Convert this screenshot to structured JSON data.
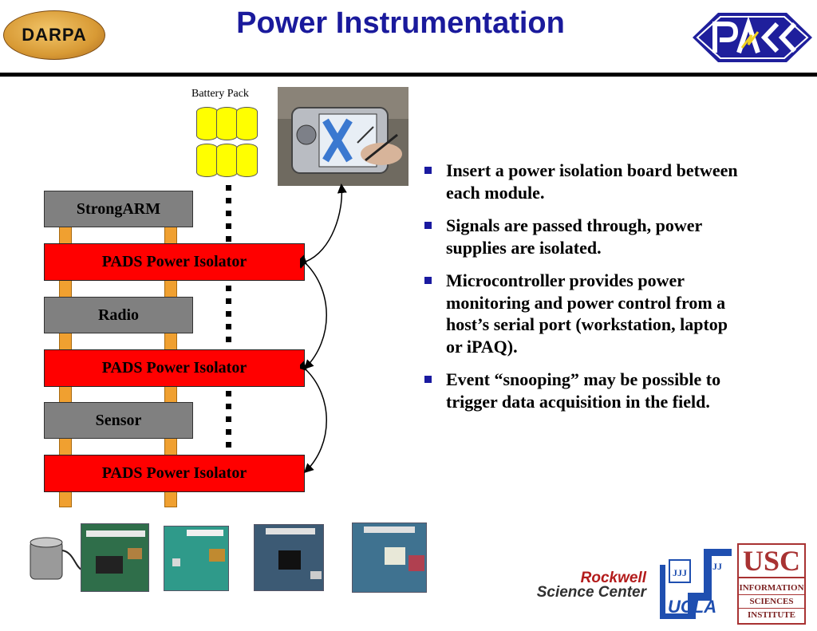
{
  "header": {
    "title": "Power Instrumentation",
    "left_logo": "DARPA",
    "right_logo_icon": "pacc-logo-icon"
  },
  "diagram": {
    "battery_label": "Battery Pack",
    "modules": [
      "StrongARM",
      "PADS Power Isolator",
      "Radio",
      "PADS Power Isolator",
      "Sensor",
      "PADS Power Isolator"
    ]
  },
  "bullets": [
    "Insert a power isolation board between each module.",
    "Signals are passed through, power supplies are isolated.",
    "Microcontroller provides power monitoring and power control from a host’s serial port (workstation, laptop or iPAQ).",
    "Event “snooping” may be possible to trigger data acquisition in the field."
  ],
  "footer_logos": {
    "rockwell_line1": "Rockwell",
    "rockwell_line2": "Science Center",
    "ucla": "UCLA",
    "usc": "USC",
    "usc_sub": [
      "INFORMATION",
      "SCIENCES",
      "INSTITUTE"
    ]
  },
  "colors": {
    "title": "#1a1a9c",
    "isolator": "#ff0000",
    "module": "#808080",
    "battery": "#ffff00",
    "connector": "#f0a030"
  }
}
